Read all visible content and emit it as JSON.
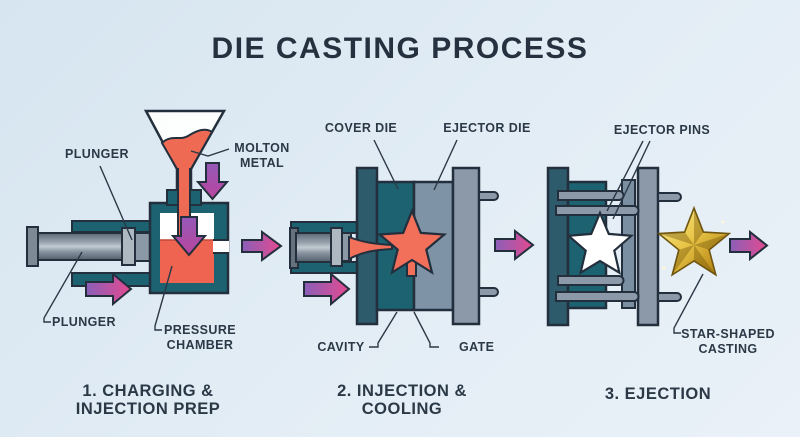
{
  "title": "DIE CASTING PROCESS",
  "stage1": {
    "caption_line1": "1. CHARGING &",
    "caption_line2": "INJECTION PREP",
    "labels": {
      "plunger_top": "PLUNGER",
      "plunger_bottom": "PLUNGER",
      "molten_metal_line1": "MOLTON",
      "molten_metal_line2": "METAL",
      "pressure_chamber_line1": "PRESSURE",
      "pressure_chamber_line2": "CHAMBER"
    }
  },
  "stage2": {
    "caption_line1": "2. INJECTION &",
    "caption_line2": "COOLING",
    "labels": {
      "cover_die": "COVER DIE",
      "ejector_die": "EJECTOR DIE",
      "cavity": "CAVITY",
      "gate": "GATE"
    }
  },
  "stage3": {
    "caption": "3. EJECTION",
    "labels": {
      "ejector_pins": "EJECTOR PINS",
      "casting_line1": "STAR-SHAPED",
      "casting_line2": "CASTING"
    }
  },
  "colors": {
    "background": "#dbe8f3",
    "outline": "#232f3c",
    "teal": "#1d6271",
    "dark_teal": "#2d5b6c",
    "steel_gray": "#8b99a8",
    "blue_gray": "#7e93a6",
    "molten_orange": "#ee6a52",
    "arrow_purple": "#8a5fb8",
    "arrow_pink": "#e44a90",
    "gold": "#e9c648",
    "text_navy": "#2b3947"
  }
}
